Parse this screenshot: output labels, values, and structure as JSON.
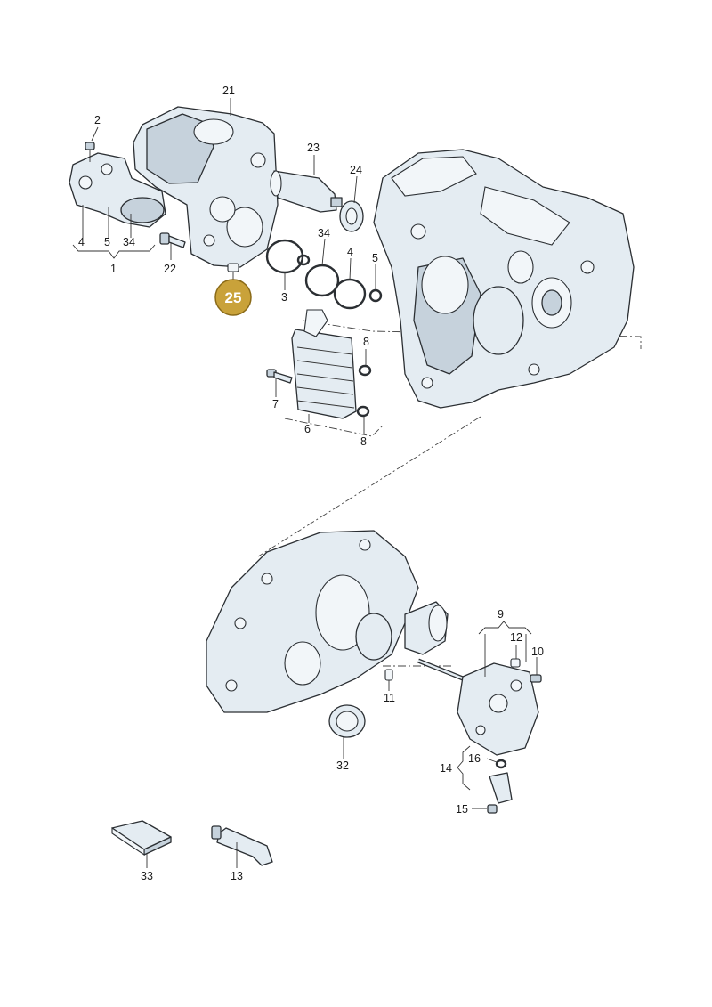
{
  "labels": {
    "p1": "1",
    "p2": "2",
    "p3": "3",
    "p4a": "4",
    "p4b": "4",
    "p5a": "5",
    "p5b": "5",
    "p6": "6",
    "p7": "7",
    "p8a": "8",
    "p8b": "8",
    "p9": "9",
    "p10": "10",
    "p11": "11",
    "p12": "12",
    "p13": "13",
    "p14": "14",
    "p15": "15",
    "p16": "16",
    "p21": "21",
    "p22": "22",
    "p23": "23",
    "p24": "24",
    "p32": "32",
    "p33": "33",
    "p34a": "34",
    "p34b": "34"
  },
  "highlight": {
    "label": "25",
    "color": "#c9a23a",
    "border": "#8a6a18"
  },
  "colors": {
    "part_fill": "#e4ecf2",
    "outline": "#2b2f33"
  }
}
